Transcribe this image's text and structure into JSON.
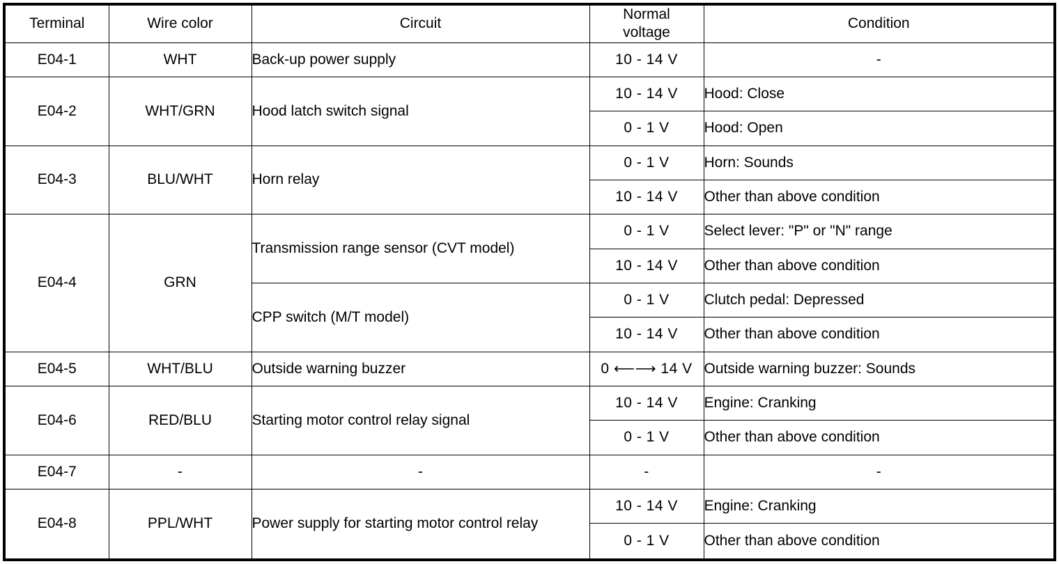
{
  "table": {
    "headers": {
      "terminal": "Terminal",
      "wire_color": "Wire color",
      "circuit": "Circuit",
      "normal_voltage_line1": "Normal",
      "normal_voltage_line2": "voltage",
      "condition": "Condition"
    },
    "rows": [
      {
        "terminal": "E04-1",
        "wire_color": "WHT",
        "circuits": [
          {
            "name": "Back-up power supply",
            "measurements": [
              {
                "voltage": "10 - 14 V",
                "condition": "-",
                "condition_centered": true
              }
            ]
          }
        ]
      },
      {
        "terminal": "E04-2",
        "wire_color": "WHT/GRN",
        "circuits": [
          {
            "name": "Hood latch switch signal",
            "measurements": [
              {
                "voltage": "10 - 14 V",
                "condition": "Hood: Close",
                "condition_centered": false
              },
              {
                "voltage": "0 - 1 V",
                "condition": "Hood: Open",
                "condition_centered": false
              }
            ]
          }
        ]
      },
      {
        "terminal": "E04-3",
        "wire_color": "BLU/WHT",
        "circuits": [
          {
            "name": "Horn relay",
            "measurements": [
              {
                "voltage": "0 - 1 V",
                "condition": "Horn: Sounds",
                "condition_centered": false
              },
              {
                "voltage": "10 - 14 V",
                "condition": "Other than above condition",
                "condition_centered": false
              }
            ]
          }
        ]
      },
      {
        "terminal": "E04-4",
        "wire_color": "GRN",
        "circuits": [
          {
            "name": "Transmission range sensor (CVT model)",
            "measurements": [
              {
                "voltage": "0 - 1 V",
                "condition": "Select lever: \"P\" or \"N\" range",
                "condition_centered": false
              },
              {
                "voltage": "10 - 14 V",
                "condition": "Other than above condition",
                "condition_centered": false
              }
            ]
          },
          {
            "name": "CPP switch (M/T model)",
            "measurements": [
              {
                "voltage": "0 - 1 V",
                "condition": "Clutch pedal: Depressed",
                "condition_centered": false
              },
              {
                "voltage": "10 - 14 V",
                "condition": "Other than above condition",
                "condition_centered": false
              }
            ]
          }
        ]
      },
      {
        "terminal": "E04-5",
        "wire_color": "WHT/BLU",
        "circuits": [
          {
            "name": "Outside warning buzzer",
            "measurements": [
              {
                "voltage": "0 ⟵⟶ 14 V",
                "condition": "Outside warning buzzer: Sounds",
                "condition_centered": false
              }
            ]
          }
        ]
      },
      {
        "terminal": "E04-6",
        "wire_color": "RED/BLU",
        "circuits": [
          {
            "name": "Starting motor control relay signal",
            "measurements": [
              {
                "voltage": "10 - 14 V",
                "condition": "Engine: Cranking",
                "condition_centered": false
              },
              {
                "voltage": "0 - 1 V",
                "condition": "Other than above condition",
                "condition_centered": false
              }
            ]
          }
        ]
      },
      {
        "terminal": "E04-7",
        "wire_color": "-",
        "circuits": [
          {
            "name": "-",
            "name_centered": true,
            "measurements": [
              {
                "voltage": "-",
                "condition": "-",
                "condition_centered": true
              }
            ]
          }
        ]
      },
      {
        "terminal": "E04-8",
        "wire_color": "PPL/WHT",
        "circuits": [
          {
            "name": "Power supply for starting motor control relay",
            "measurements": [
              {
                "voltage": "10 - 14 V",
                "condition": "Engine: Cranking",
                "condition_centered": false
              },
              {
                "voltage": "0 - 1 V",
                "condition": "Other than above condition",
                "condition_centered": false
              }
            ]
          }
        ]
      }
    ]
  }
}
